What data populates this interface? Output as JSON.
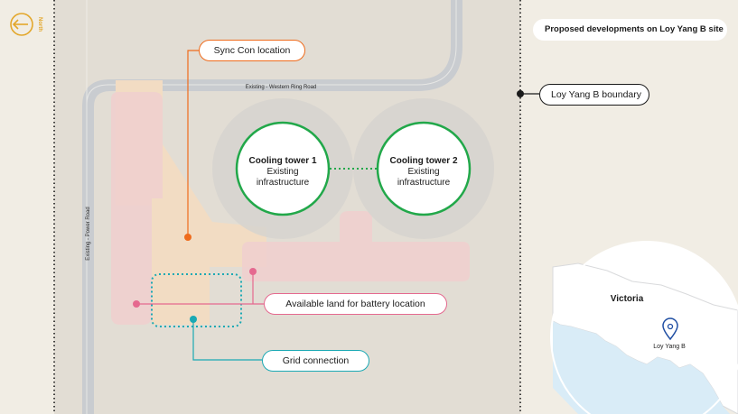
{
  "title": "Proposed developments on Loy Yang B site",
  "north_label": "North",
  "roads": {
    "western_ring": "Existing - Western Ring Road",
    "power_road": "Existing - Power Road"
  },
  "cooling_towers": [
    {
      "name": "Cooling tower 1",
      "line1": "Existing",
      "line2": "infrastructure"
    },
    {
      "name": "Cooling tower 2",
      "line1": "Existing",
      "line2": "infrastructure"
    }
  ],
  "callouts": {
    "sync_con": "Sync Con location",
    "boundary": "Loy Yang B boundary",
    "battery": "Available land for battery location",
    "grid": "Grid connection"
  },
  "inset": {
    "region": "Victoria",
    "location": "Loy Yang B"
  },
  "colors": {
    "background": "#f1ede4",
    "site": "#e2ddd4",
    "road": "#c9ccd0",
    "orange_zone": "#f2dcc3",
    "pink_zone": "#efcfce",
    "green": "#22a84a",
    "orange": "#ef6b1c",
    "pink": "#e5698f",
    "teal": "#1ba9b4",
    "accent": "#e3a72b"
  }
}
